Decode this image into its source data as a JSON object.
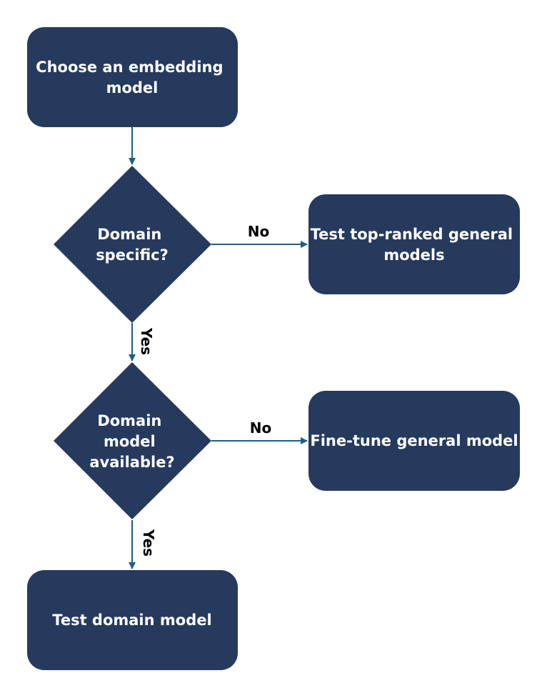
{
  "colors": {
    "node_fill": "#263a5e",
    "node_text": "#ffffff",
    "edge": "#1f5f86",
    "edge_label": "#000000"
  },
  "nodes": {
    "start": {
      "lines": [
        "Choose an embedding",
        "model"
      ]
    },
    "decision_domain": {
      "lines": [
        "Domain",
        "specific?"
      ]
    },
    "test_general": {
      "lines": [
        "Test top-ranked general",
        "models"
      ]
    },
    "decision_available": {
      "lines": [
        "Domain",
        "model",
        "available?"
      ]
    },
    "finetune": {
      "lines": [
        "Fine-tune general model"
      ]
    },
    "test_domain": {
      "lines": [
        "Test domain model"
      ]
    }
  },
  "edges": {
    "no_1": "No",
    "yes_1": "Yes",
    "no_2": "No",
    "yes_2": "Yes"
  }
}
